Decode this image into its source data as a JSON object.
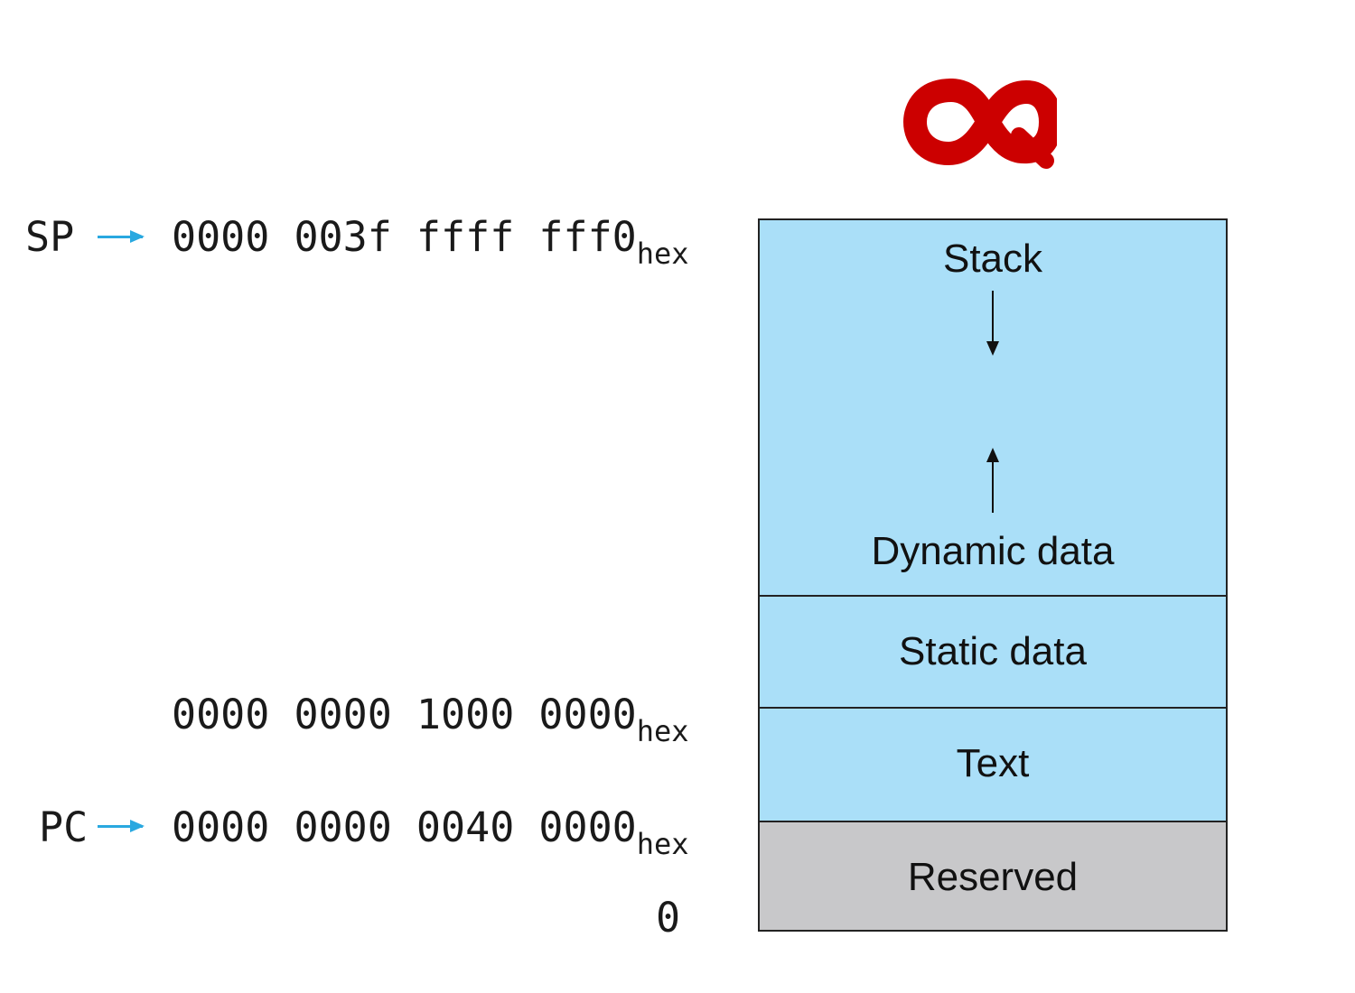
{
  "logo": {
    "icon": "infinity-logo-icon",
    "color": "#cc0000"
  },
  "addresses": {
    "sp": {
      "pointer": "SP",
      "value": "0000 003f ffff fff0",
      "suffix": "hex"
    },
    "static_start": {
      "value": "0000 0000 1000 0000",
      "suffix": "hex"
    },
    "pc": {
      "pointer": "PC",
      "value": "0000 0000 0040 0000",
      "suffix": "hex"
    },
    "zero": {
      "value": "0"
    }
  },
  "memory": {
    "stack_label": "Stack",
    "dynamic_label": "Dynamic data",
    "static_label": "Static data",
    "text_label": "Text",
    "reserved_label": "Reserved"
  },
  "colors": {
    "segment_fill": "#aadff8",
    "reserved_fill": "#c8c8ca",
    "pointer_arrow": "#29a8e0"
  }
}
